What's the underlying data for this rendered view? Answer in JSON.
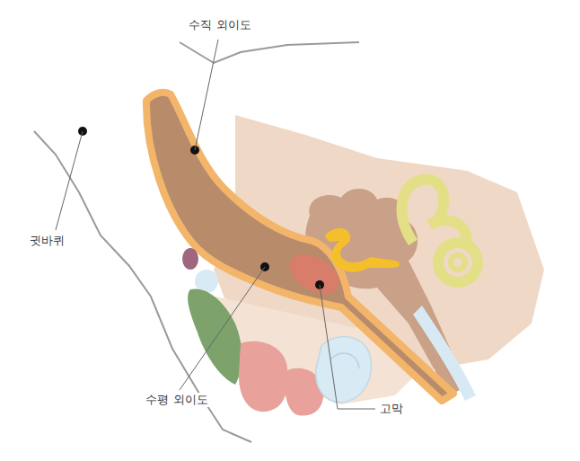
{
  "diagram": {
    "labels": [
      "수직 외이도",
      "귓바퀴",
      "수평 외이도",
      "고막"
    ]
  }
}
